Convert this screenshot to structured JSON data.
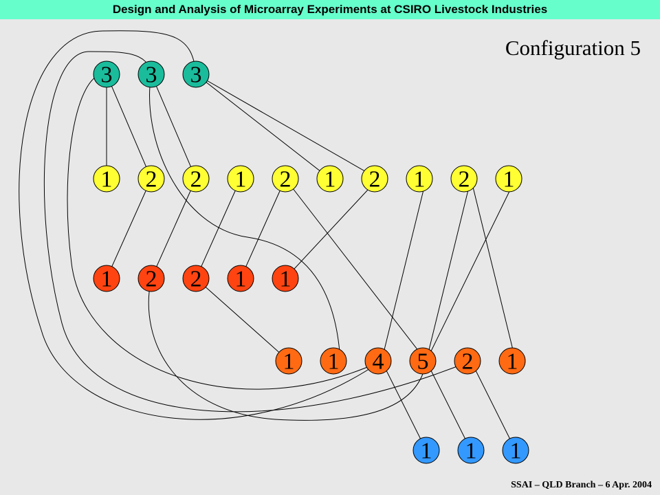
{
  "header": {
    "title": "Design and Analysis of Microarray Experiments at CSIRO Livestock Industries"
  },
  "config_title": "Configuration 5",
  "footer": "SSAI – QLD Branch – 6 Apr. 2004",
  "colors": {
    "header_bg": "#66ffcc",
    "teal": "#1abc9c",
    "yellow": "#ffff33",
    "red": "#ff4411",
    "orange": "#ff6a13",
    "blue": "#3399ff"
  },
  "nodes": {
    "row1": [
      "3",
      "3",
      "3"
    ],
    "row2": [
      "1",
      "2",
      "2",
      "1",
      "2",
      "1",
      "2",
      "1",
      "2",
      "1"
    ],
    "row3": [
      "1",
      "2",
      "2",
      "1",
      "1"
    ],
    "row4": [
      "1",
      "1",
      "4",
      "5",
      "2",
      "1"
    ],
    "row5": [
      "1",
      "1",
      "1"
    ]
  }
}
